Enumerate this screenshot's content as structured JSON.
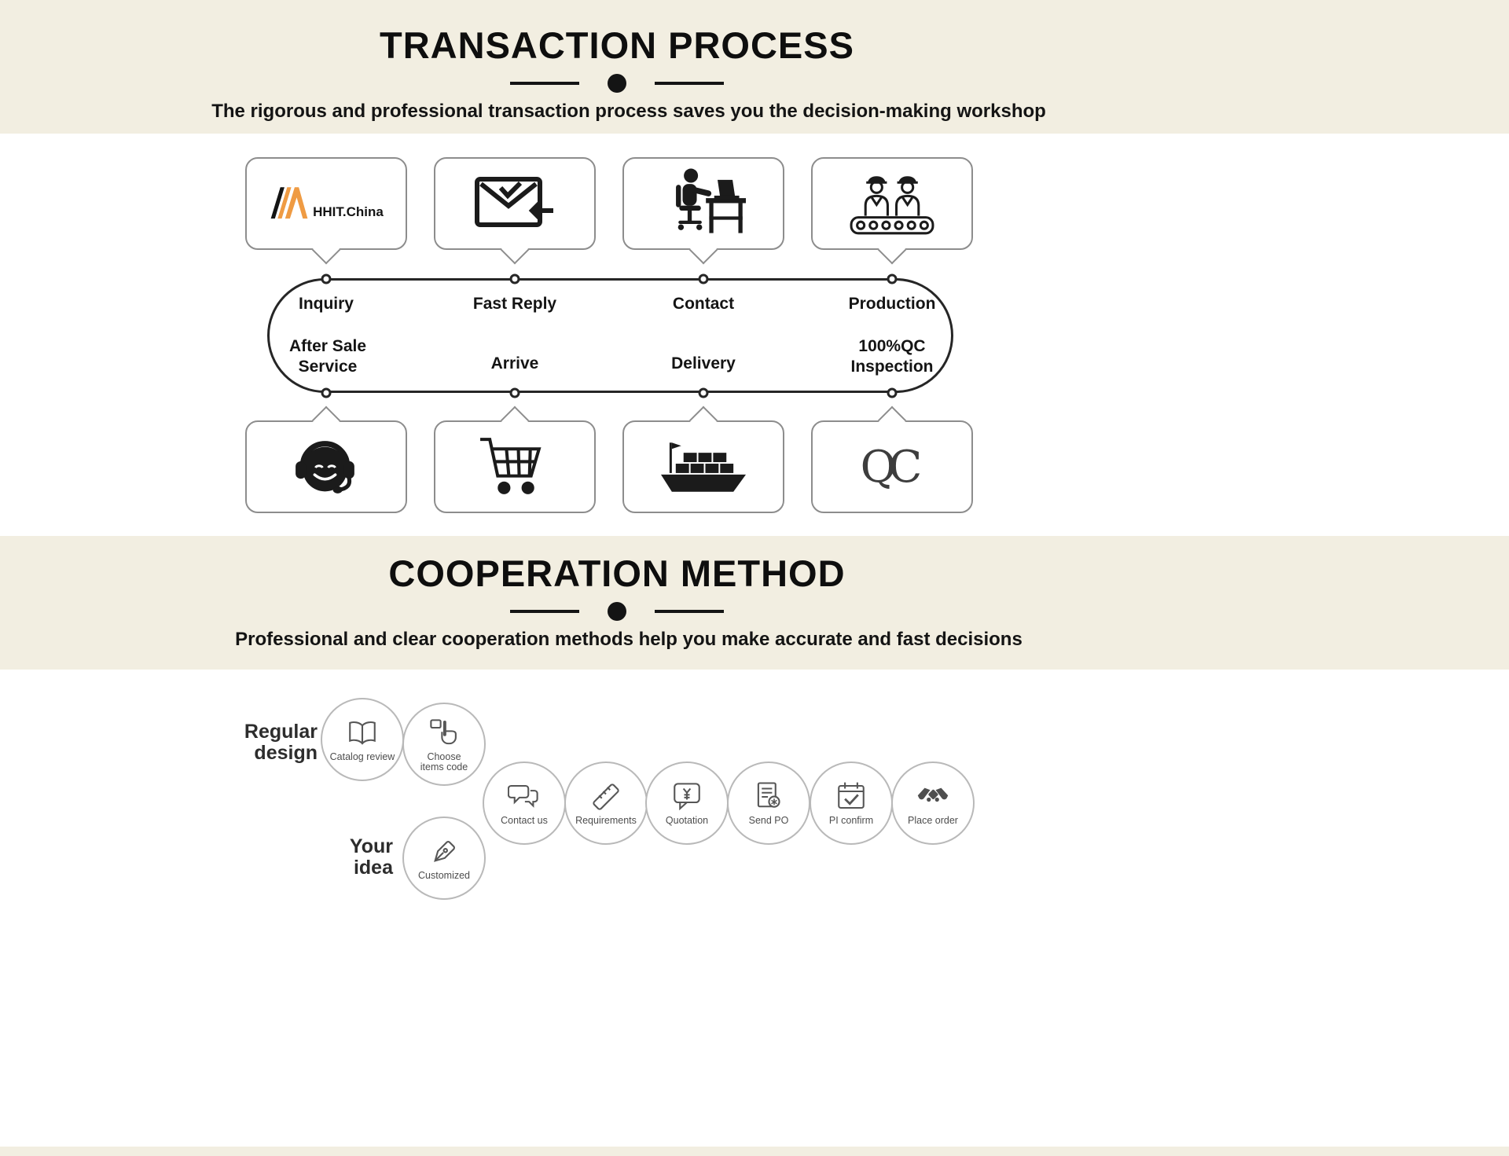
{
  "colors": {
    "beige": "#f2eee1",
    "dark": "#141414",
    "orange": "#ef9b43",
    "card_border": "#8d8d8d",
    "circle_border": "#b9b9b9"
  },
  "transaction": {
    "title": "TRANSACTION PROCESS",
    "subtitle": "The rigorous and professional transaction process saves you the decision-making workshop",
    "logo_text": "HHIT.China",
    "qc_text": "QC",
    "top_steps": [
      {
        "label": "Inquiry",
        "icon": "hhit-logo-icon"
      },
      {
        "label": "Fast Reply",
        "icon": "email-reply-icon"
      },
      {
        "label": "Contact",
        "icon": "person-desk-icon"
      },
      {
        "label": "Production",
        "icon": "production-workers-icon"
      }
    ],
    "bottom_steps": [
      {
        "label": "After Sale Service",
        "icon": "headset-service-icon"
      },
      {
        "label": "Arrive",
        "icon": "shopping-cart-icon"
      },
      {
        "label": "Delivery",
        "icon": "cargo-ship-icon"
      },
      {
        "label": "100%QC Inspection",
        "icon": "qc-mark-icon"
      }
    ]
  },
  "cooperation": {
    "title": "COOPERATION METHOD",
    "subtitle": "Professional and clear cooperation methods help you make accurate and fast decisions",
    "regular_label": "Regular design",
    "idea_label": "Your idea",
    "regular_steps": [
      {
        "label": "Catalog review",
        "icon": "open-book-icon"
      },
      {
        "label": "Choose items code",
        "icon": "hand-select-icon"
      }
    ],
    "shared_steps": [
      {
        "label": "Contact us",
        "icon": "chat-icon"
      },
      {
        "label": "Requirements",
        "icon": "ruler-icon"
      },
      {
        "label": "Quotation",
        "icon": "quotation-bubble-icon"
      },
      {
        "label": "Send PO",
        "icon": "document-seal-icon"
      },
      {
        "label": "PI confirm",
        "icon": "calendar-check-icon"
      },
      {
        "label": "Place order",
        "icon": "handshake-icon"
      }
    ],
    "idea_steps": [
      {
        "label": "Customized",
        "icon": "pen-nib-icon"
      }
    ]
  }
}
